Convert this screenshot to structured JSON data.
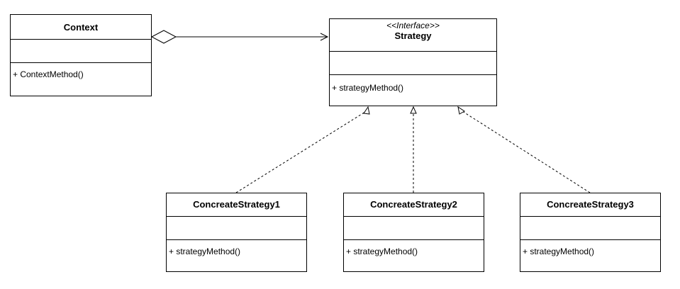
{
  "classes": {
    "context": {
      "name": "Context",
      "operations": [
        "+ ContextMethod()"
      ]
    },
    "strategy": {
      "stereotype": "<<Interface>>",
      "name": "Strategy",
      "operations": [
        "+ strategyMethod()"
      ]
    },
    "concrete1": {
      "name": "ConcreateStrategy1",
      "operations": [
        "+ strategyMethod()"
      ]
    },
    "concrete2": {
      "name": "ConcreateStrategy2",
      "operations": [
        "+ strategyMethod()"
      ]
    },
    "concrete3": {
      "name": "ConcreateStrategy3",
      "operations": [
        "+ strategyMethod()"
      ]
    }
  },
  "relationships": [
    {
      "type": "aggregation",
      "from": "Context",
      "to": "Strategy"
    },
    {
      "type": "realization",
      "from": "ConcreateStrategy1",
      "to": "Strategy"
    },
    {
      "type": "realization",
      "from": "ConcreateStrategy2",
      "to": "Strategy"
    },
    {
      "type": "realization",
      "from": "ConcreateStrategy3",
      "to": "Strategy"
    }
  ]
}
